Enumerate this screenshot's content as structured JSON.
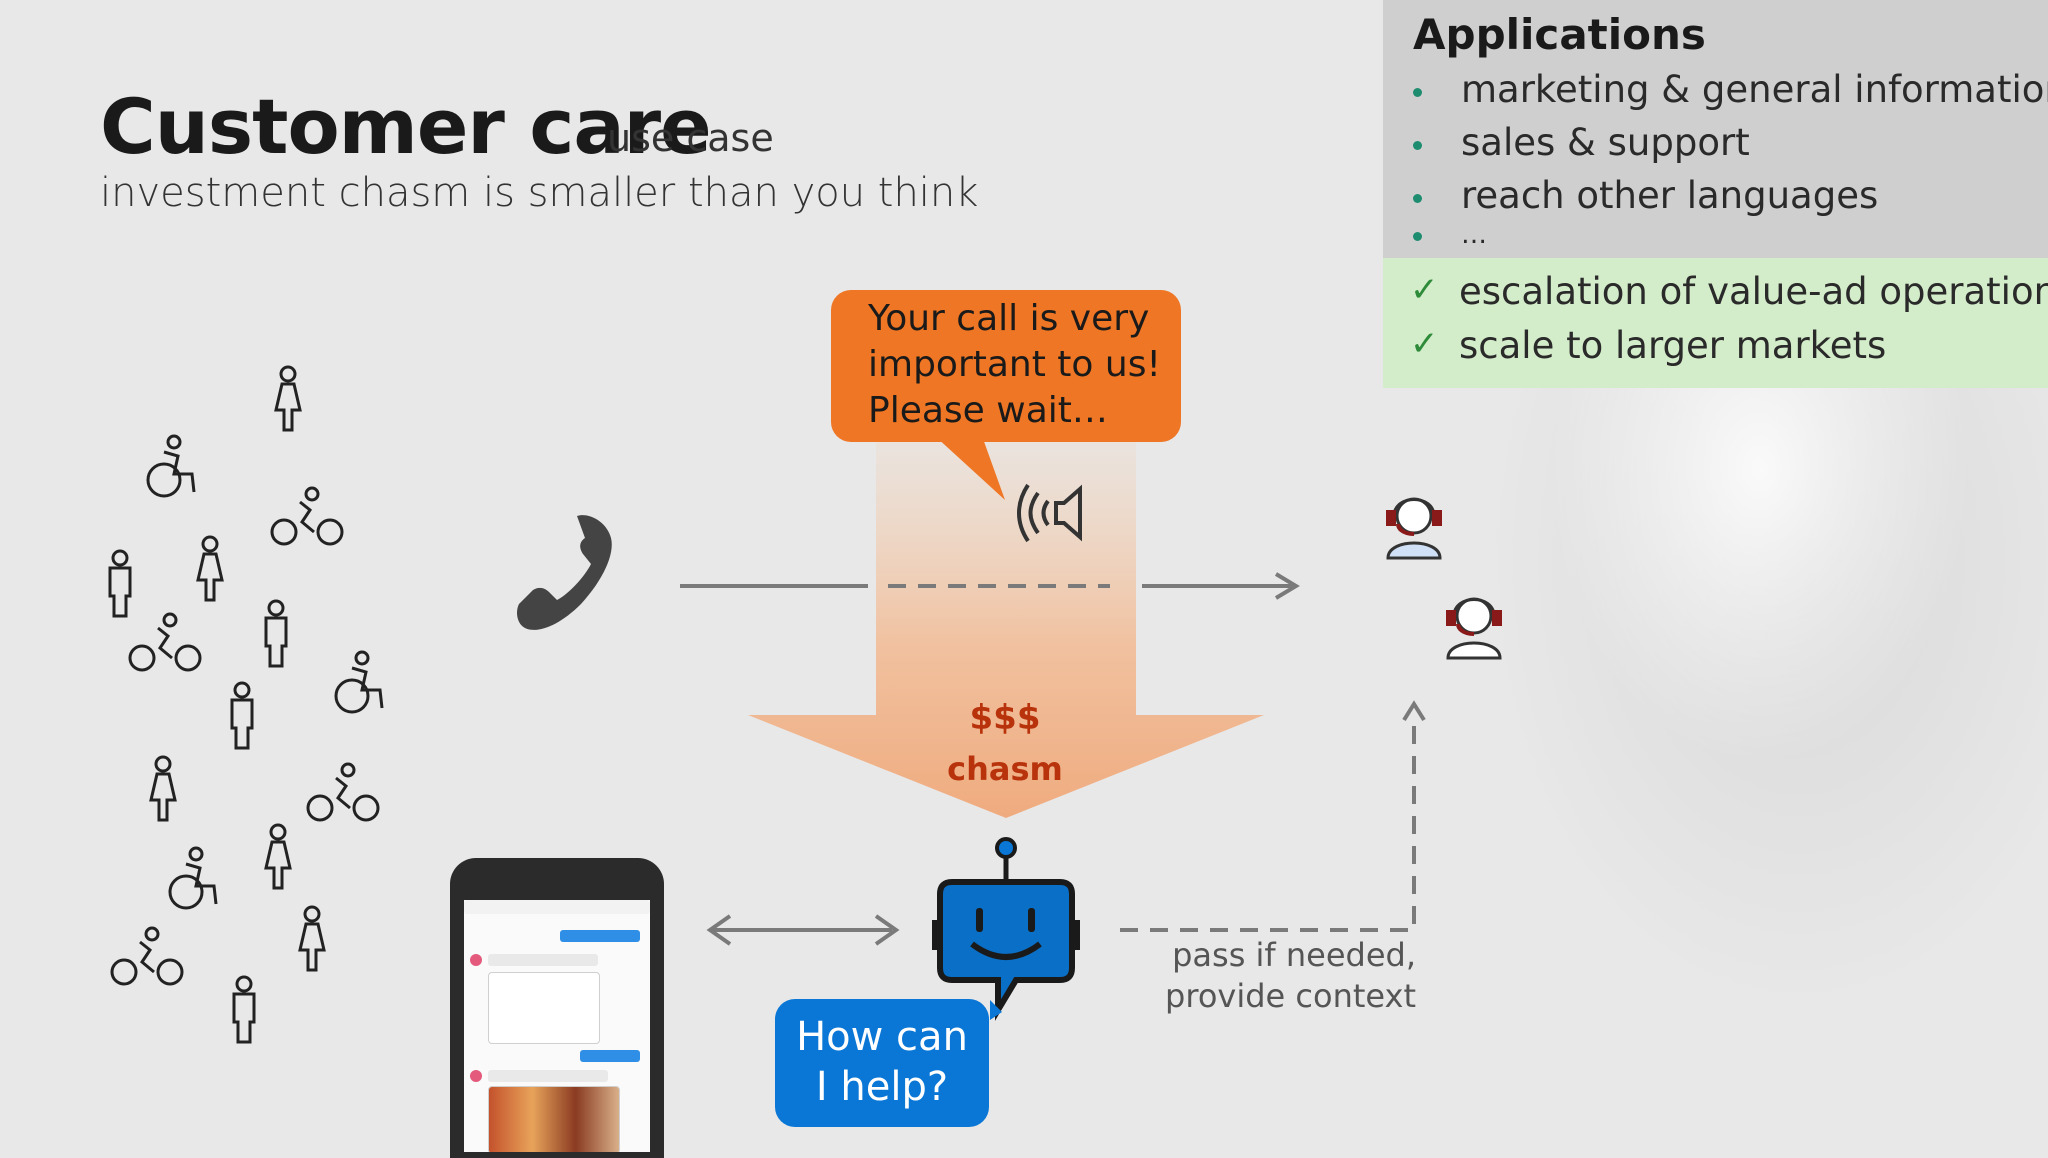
{
  "title": {
    "main": "Customer care",
    "sub": "use case",
    "subtitle": "investment chasm is smaller than you think"
  },
  "applications": {
    "heading": "Applications",
    "bullets": [
      "marketing & general information",
      "sales & support",
      "reach other languages",
      "…"
    ],
    "checks": [
      "escalation of value-ad operations",
      "scale to larger markets"
    ],
    "check_mark": "✓"
  },
  "hold_bubble": {
    "line1": "Your call is very",
    "line2": "important to us!",
    "line3": "Please wait…",
    "color": "#ee7624"
  },
  "chasm": {
    "money": "$$$",
    "label": "chasm",
    "color": "#b8330c"
  },
  "bot_bubble": {
    "line1": "How can",
    "line2": "I help?",
    "color": "#0a77d6"
  },
  "escalation": {
    "line1": "pass if needed,",
    "line2": "provide context"
  },
  "icons": {
    "phone": "phone-handset-icon",
    "speaker": "speaker-icon",
    "bot": "chatbot-icon",
    "agent": "headset-agent-icon",
    "people": [
      "person-icon",
      "wheelchair-icon",
      "cyclist-icon"
    ]
  }
}
